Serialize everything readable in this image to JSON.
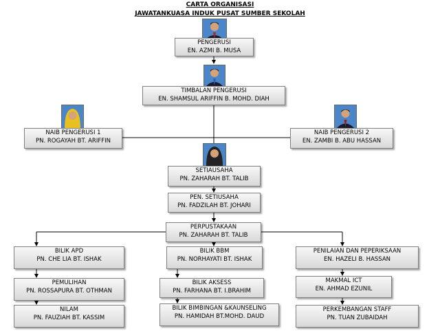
{
  "title": {
    "line1": "CARTA ORGANISASI",
    "line2": "JAWATANKUASA INDUK PUSAT SUMBER SEKOLAH"
  },
  "nodes": {
    "pengerusi": {
      "role": "PENGERUSI",
      "name": "EN. AZMI B. MUSA"
    },
    "timbalan": {
      "role": "TIMBALAN PENGERUSI",
      "name": "EN. SHAMSUL ARIFFIN B. MOHD. DIAH"
    },
    "naib1": {
      "role": "NAIB PENGERUSI 1",
      "name": "PN. ROGAYAH BT. ARIFFIN"
    },
    "naib2": {
      "role": "NAIB PENGERUSI 2",
      "name": "EN. ZAMBI B. ABU HASSAN"
    },
    "setiausaha": {
      "role": "SETIAUSAHA",
      "name": "PN. ZAHARAH BT. TALIB"
    },
    "pen_setiausaha": {
      "role": "PEN. SETIUSAHA",
      "name": "PN. FADZILAH BT. JOHARI"
    },
    "perpustakaan": {
      "role": "PERPUSTAKAAN",
      "name": "PN. ZAHARAH BT. TALIB"
    },
    "bilik_apd": {
      "role": "BILIK APD",
      "name": "PN. CHE LIA BT.  ISHAK"
    },
    "pemulihan": {
      "role": "PEMULIHAN",
      "name": "PN. ROSSAPURA BT. OTHMAN"
    },
    "nilam": {
      "role": "NILAM",
      "name": "PN. FAUZIAH BT. KASSIM"
    },
    "bilik_bbm": {
      "role": "BILIK BBM",
      "name": "PN. NORHAYATI BT. ISHAK"
    },
    "bilik_aksess": {
      "role": "BILIK AKSESS",
      "name": "PN. FARHANA BT. I.BRAHIM"
    },
    "bilik_bimbingan": {
      "role": "BILIK BIMBINGAN &KAUNSELING",
      "name": "PN. HAMIDAH BT.MOHD.  DAUD"
    },
    "penilaian": {
      "role": "PENILAIAN DAN PEPERIKSAAN",
      "name": "EN. HAZELI  B. HASSAN"
    },
    "makmal_ict": {
      "role": "MAKMAL ICT",
      "name": "EN. AHMAD EZUNIL"
    },
    "perkembangan": {
      "role": "PERKEMBANGAN STAFF",
      "name": "PN. TUAN ZUBAIDAH"
    }
  },
  "photos": {
    "pengerusi": "male-portrait-icon",
    "timbalan": "male-portrait-icon",
    "naib1": "female-portrait-icon",
    "naib2": "male-portrait-icon",
    "setiausaha": "female-portrait-icon"
  },
  "colors": {
    "box_border": "#7f7f7f",
    "photo_background": "#4a86c8",
    "line": "#000000"
  }
}
